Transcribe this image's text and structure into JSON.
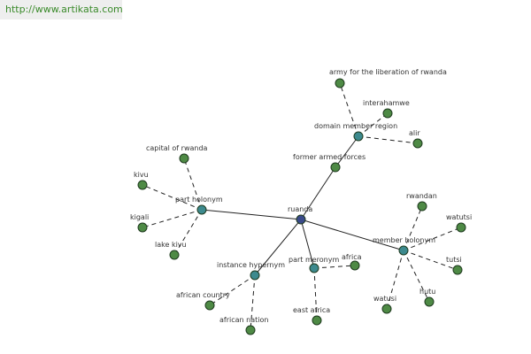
{
  "header": {
    "source_url": "http://www.artikata.com"
  },
  "graph": {
    "colors": {
      "center": "#3a4a8a",
      "relation": "#3d8a8e",
      "leaf": "#4e8a45",
      "edge": "#222222"
    },
    "nodes": [
      {
        "id": "ruanda",
        "label": "ruanda",
        "kind": "center"
      },
      {
        "id": "former_armed_forces",
        "label": "former armed forces",
        "kind": "leaf"
      },
      {
        "id": "domain_member_region",
        "label": "domain member region",
        "kind": "relation"
      },
      {
        "id": "army_liberation",
        "label": "army for the liberation of rwanda",
        "kind": "leaf"
      },
      {
        "id": "interahamwe",
        "label": "interahamwe",
        "kind": "leaf"
      },
      {
        "id": "alir",
        "label": "alir",
        "kind": "leaf"
      },
      {
        "id": "part_holonym",
        "label": "part holonym",
        "kind": "relation"
      },
      {
        "id": "capital_of_rwanda",
        "label": "capital of rwanda",
        "kind": "leaf"
      },
      {
        "id": "kivu",
        "label": "kivu",
        "kind": "leaf"
      },
      {
        "id": "kigali",
        "label": "kigali",
        "kind": "leaf"
      },
      {
        "id": "lake_kivu",
        "label": "lake kivu",
        "kind": "leaf"
      },
      {
        "id": "instance_hypernym",
        "label": "instance hypernym",
        "kind": "relation"
      },
      {
        "id": "african_country",
        "label": "african country",
        "kind": "leaf"
      },
      {
        "id": "african_nation",
        "label": "african nation",
        "kind": "leaf"
      },
      {
        "id": "part_meronym",
        "label": "part meronym",
        "kind": "relation"
      },
      {
        "id": "africa",
        "label": "africa",
        "kind": "leaf"
      },
      {
        "id": "east_africa",
        "label": "east africa",
        "kind": "leaf"
      },
      {
        "id": "member_holonym",
        "label": "member holonym",
        "kind": "relation"
      },
      {
        "id": "rwandan",
        "label": "rwandan",
        "kind": "leaf"
      },
      {
        "id": "watutsi_right",
        "label": "watutsi",
        "kind": "leaf"
      },
      {
        "id": "tutsi",
        "label": "tutsi",
        "kind": "leaf"
      },
      {
        "id": "hutu",
        "label": "hutu",
        "kind": "leaf"
      },
      {
        "id": "watusi",
        "label": "watusi",
        "kind": "leaf"
      }
    ],
    "edges": [
      {
        "from": "ruanda",
        "to": "former_armed_forces",
        "style": "solid"
      },
      {
        "from": "former_armed_forces",
        "to": "domain_member_region",
        "style": "solid"
      },
      {
        "from": "domain_member_region",
        "to": "army_liberation",
        "style": "dashed"
      },
      {
        "from": "domain_member_region",
        "to": "interahamwe",
        "style": "dashed"
      },
      {
        "from": "domain_member_region",
        "to": "alir",
        "style": "dashed"
      },
      {
        "from": "domain_member_region",
        "to": "former_armed_forces_upper",
        "style": "none"
      },
      {
        "from": "ruanda",
        "to": "part_holonym",
        "style": "solid"
      },
      {
        "from": "part_holonym",
        "to": "capital_of_rwanda",
        "style": "dashed"
      },
      {
        "from": "part_holonym",
        "to": "kivu",
        "style": "dashed"
      },
      {
        "from": "part_holonym",
        "to": "kigali",
        "style": "dashed"
      },
      {
        "from": "part_holonym",
        "to": "lake_kivu",
        "style": "dashed"
      },
      {
        "from": "ruanda",
        "to": "instance_hypernym",
        "style": "solid"
      },
      {
        "from": "instance_hypernym",
        "to": "african_country",
        "style": "dashed"
      },
      {
        "from": "instance_hypernym",
        "to": "african_nation",
        "style": "dashed"
      },
      {
        "from": "ruanda",
        "to": "part_meronym",
        "style": "solid"
      },
      {
        "from": "part_meronym",
        "to": "africa",
        "style": "dashed"
      },
      {
        "from": "part_meronym",
        "to": "east_africa",
        "style": "dashed"
      },
      {
        "from": "ruanda",
        "to": "member_holonym",
        "style": "solid"
      },
      {
        "from": "member_holonym",
        "to": "rwandan",
        "style": "dashed"
      },
      {
        "from": "member_holonym",
        "to": "watutsi_right",
        "style": "dashed"
      },
      {
        "from": "member_holonym",
        "to": "tutsi",
        "style": "dashed"
      },
      {
        "from": "member_holonym",
        "to": "hutu",
        "style": "dashed"
      },
      {
        "from": "member_holonym",
        "to": "watusi",
        "style": "dashed"
      }
    ]
  }
}
